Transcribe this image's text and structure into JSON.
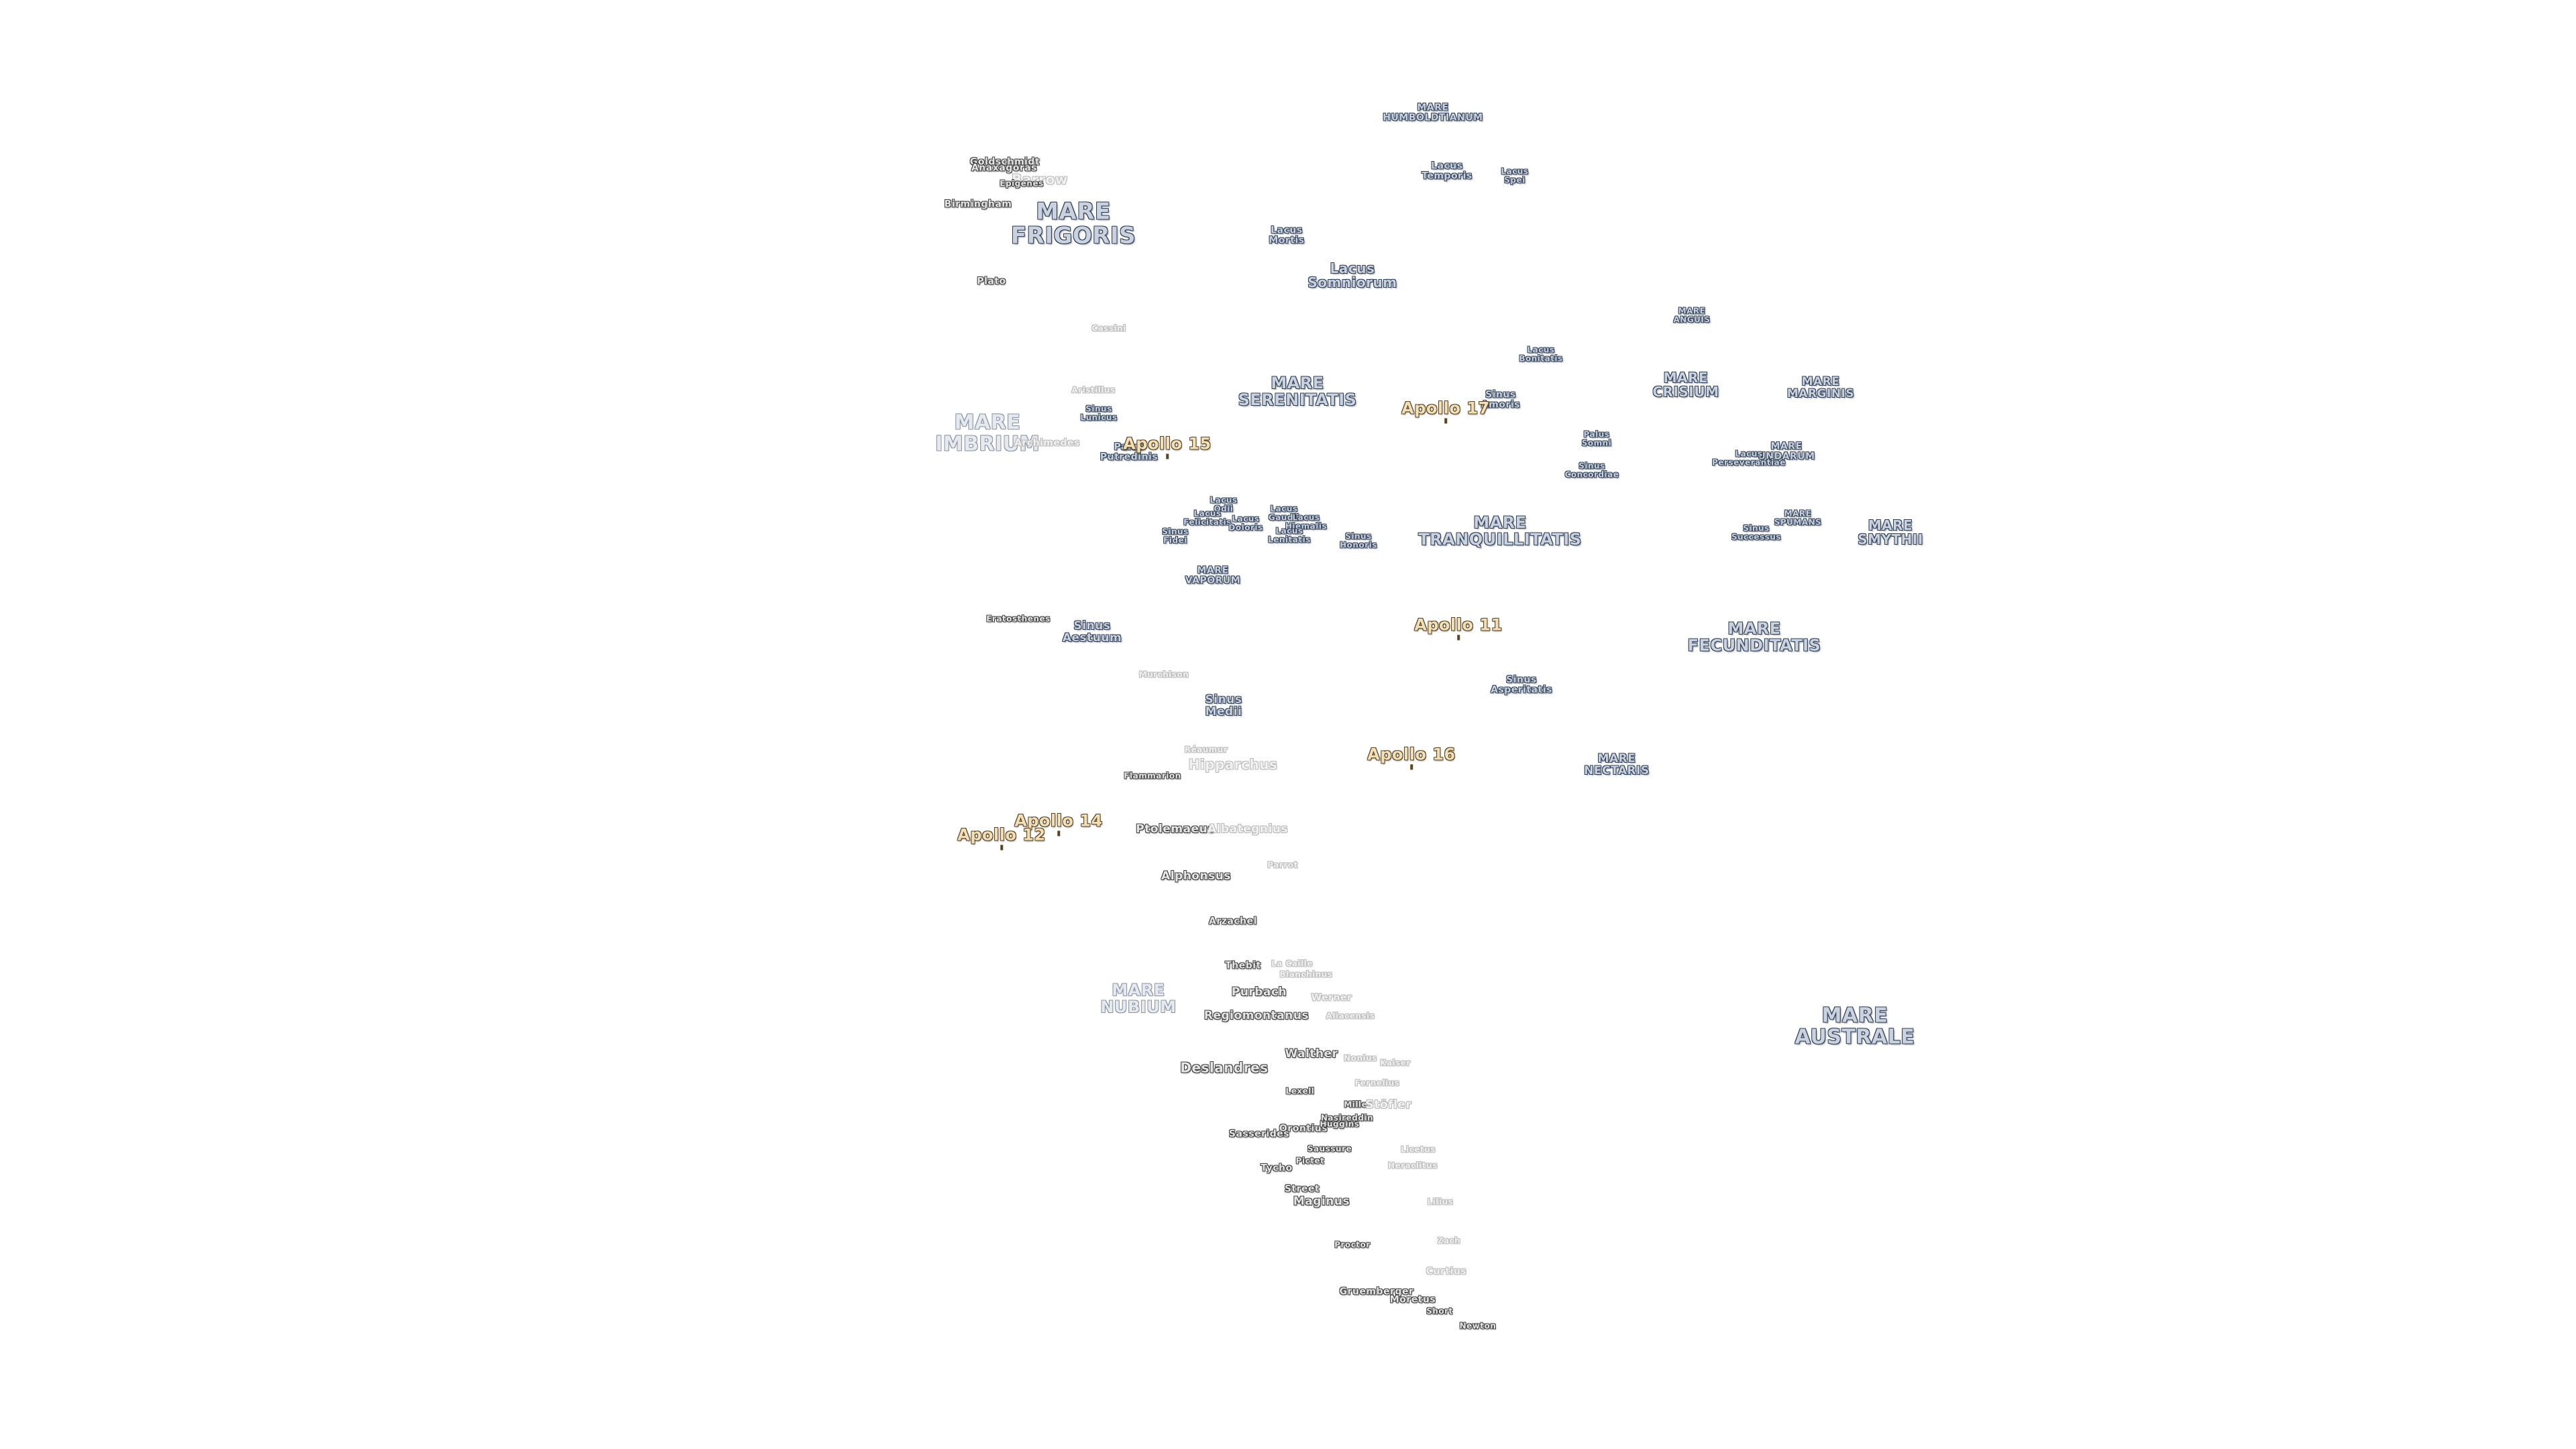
{
  "map": {
    "labels": [
      {
        "id": "mare-humboldtianum",
        "text": "MARE\nHUMBOLDTIANUM",
        "kind": "mare"
      },
      {
        "id": "lacus-temporis",
        "text": "Lacus\nTemporis",
        "kind": "mare"
      },
      {
        "id": "lacus-spei",
        "text": "Lacus\nSpei",
        "kind": "mare"
      },
      {
        "id": "goldschmidt",
        "text": "Goldschmidt",
        "kind": "crater"
      },
      {
        "id": "anaxagoras",
        "text": "Anaxagoras",
        "kind": "crater"
      },
      {
        "id": "barrow",
        "text": "Barrow",
        "kind": "crater-faint"
      },
      {
        "id": "epigenes",
        "text": "Epigenes",
        "kind": "crater"
      },
      {
        "id": "birmingham",
        "text": "Birmingham",
        "kind": "crater"
      },
      {
        "id": "mare-frigoris",
        "text": "MARE\nFRIGORIS",
        "kind": "mare"
      },
      {
        "id": "lacus-mortis",
        "text": "Lacus\nMortis",
        "kind": "mare"
      },
      {
        "id": "lacus-somniorum",
        "text": "Lacus\nSomniorum",
        "kind": "mare"
      },
      {
        "id": "plato",
        "text": "Plato",
        "kind": "crater"
      },
      {
        "id": "cassini",
        "text": "Cassini",
        "kind": "crater-faint"
      },
      {
        "id": "mare-anguis",
        "text": "MARE\nANGUIS",
        "kind": "mare"
      },
      {
        "id": "lacus-bonitatis",
        "text": "Lacus\nBonitatis",
        "kind": "mare"
      },
      {
        "id": "mare-crisium",
        "text": "MARE\nCRISIUM",
        "kind": "mare"
      },
      {
        "id": "mare-marginis",
        "text": "MARE\nMARGINIS",
        "kind": "mare"
      },
      {
        "id": "aristillus",
        "text": "Aristillus",
        "kind": "crater-faint"
      },
      {
        "id": "mare-serenitatis",
        "text": "MARE\nSERENITATIS",
        "kind": "mare"
      },
      {
        "id": "sinus-amoris",
        "text": "Sinus\nAmoris",
        "kind": "mare"
      },
      {
        "id": "sinus-lunicus",
        "text": "Sinus\nLunicus",
        "kind": "mare"
      },
      {
        "id": "mare-imbrium",
        "text": "MARE\nIMBRIUM",
        "kind": "mare-faint"
      },
      {
        "id": "archimedes",
        "text": "Archimedes",
        "kind": "crater-faint"
      },
      {
        "id": "palus-putredinis",
        "text": "Palus\nPutredinis",
        "kind": "mare"
      },
      {
        "id": "palus-somni",
        "text": "Palus\nSomni",
        "kind": "mare"
      },
      {
        "id": "mare-undarum",
        "text": "MARE\nUNDARUM",
        "kind": "mare"
      },
      {
        "id": "lacus-perseverantiae",
        "text": "Lacus\nPerseverantiae",
        "kind": "mare"
      },
      {
        "id": "sinus-concordiae",
        "text": "Sinus\nConcordiae",
        "kind": "mare"
      },
      {
        "id": "lacus-odii",
        "text": "Lacus\nOdii",
        "kind": "mare"
      },
      {
        "id": "lacus-felicitatis",
        "text": "Lacus\nFelicitatis",
        "kind": "mare"
      },
      {
        "id": "lacus-doloris",
        "text": "Lacus\nDoloris",
        "kind": "mare"
      },
      {
        "id": "lacus-gaudii",
        "text": "Lacus\nGaudii",
        "kind": "mare"
      },
      {
        "id": "lacus-hiemalis",
        "text": "Lacus\nHiemalis",
        "kind": "mare"
      },
      {
        "id": "lacus-lenitatis",
        "text": "Lacus\nLenitatis",
        "kind": "mare"
      },
      {
        "id": "sinus-fidei",
        "text": "Sinus\nFidei",
        "kind": "mare"
      },
      {
        "id": "sinus-honoris",
        "text": "Sinus\nHonoris",
        "kind": "mare"
      },
      {
        "id": "mare-tranquillitatis",
        "text": "MARE\nTRANQUILLITATIS",
        "kind": "mare"
      },
      {
        "id": "mare-spumans",
        "text": "MARE\nSPUMANS",
        "kind": "mare"
      },
      {
        "id": "sinus-successus",
        "text": "Sinus\nSuccessus",
        "kind": "mare"
      },
      {
        "id": "mare-smythii",
        "text": "MARE\nSMYTHII",
        "kind": "mare"
      },
      {
        "id": "mare-vaporum",
        "text": "MARE\nVAPORUM",
        "kind": "mare"
      },
      {
        "id": "eratosthenes",
        "text": "Eratosthenes",
        "kind": "crater"
      },
      {
        "id": "sinus-aestuum",
        "text": "Sinus\nAestuum",
        "kind": "mare"
      },
      {
        "id": "mare-fecunditatis",
        "text": "MARE\nFECUNDITATIS",
        "kind": "mare"
      },
      {
        "id": "murchison",
        "text": "Murchison",
        "kind": "crater-faint"
      },
      {
        "id": "sinus-asperitatis",
        "text": "Sinus\nAsperitatis",
        "kind": "mare"
      },
      {
        "id": "sinus-medii",
        "text": "Sinus\nMedii",
        "kind": "mare"
      },
      {
        "id": "reaumur",
        "text": "Réaumur",
        "kind": "crater-faint"
      },
      {
        "id": "hipparchus",
        "text": "Hipparchus",
        "kind": "crater-faint"
      },
      {
        "id": "flammarion",
        "text": "Flammarion",
        "kind": "crater"
      },
      {
        "id": "mare-nectaris",
        "text": "MARE\nNECTARIS",
        "kind": "mare"
      },
      {
        "id": "ptolemaeus",
        "text": "Ptolemaeus",
        "kind": "crater"
      },
      {
        "id": "albategnius",
        "text": "Albategnius",
        "kind": "crater-faint"
      },
      {
        "id": "alphonsus",
        "text": "Alphonsus",
        "kind": "crater"
      },
      {
        "id": "parrot",
        "text": "Parrot",
        "kind": "crater-faint"
      },
      {
        "id": "arzachel",
        "text": "Arzachel",
        "kind": "crater"
      },
      {
        "id": "thebit",
        "text": "Thebit",
        "kind": "crater"
      },
      {
        "id": "la-caille",
        "text": "La Caille",
        "kind": "crater-faint"
      },
      {
        "id": "blanchinus",
        "text": "Blanchinus",
        "kind": "crater-faint"
      },
      {
        "id": "purbach",
        "text": "Purbach",
        "kind": "crater"
      },
      {
        "id": "werner",
        "text": "Werner",
        "kind": "crater-faint"
      },
      {
        "id": "mare-nubium",
        "text": "MARE\nNUBIUM",
        "kind": "mare-faint"
      },
      {
        "id": "regiomontanus",
        "text": "Regiomontanus",
        "kind": "crater"
      },
      {
        "id": "aliacensis",
        "text": "Aliacensis",
        "kind": "crater-faint"
      },
      {
        "id": "mare-australe",
        "text": "MARE\nAUSTRALE",
        "kind": "mare"
      },
      {
        "id": "walther",
        "text": "Walther",
        "kind": "crater"
      },
      {
        "id": "nonius",
        "text": "Nonius",
        "kind": "crater-faint"
      },
      {
        "id": "kaiser",
        "text": "Kaiser",
        "kind": "crater-faint"
      },
      {
        "id": "deslandres",
        "text": "Deslandres",
        "kind": "crater"
      },
      {
        "id": "fernelius",
        "text": "Fernelius",
        "kind": "crater-faint"
      },
      {
        "id": "lexell",
        "text": "Lexell",
        "kind": "crater"
      },
      {
        "id": "miller",
        "text": "Miller",
        "kind": "crater"
      },
      {
        "id": "stofler",
        "text": "Stöfler",
        "kind": "crater-faint"
      },
      {
        "id": "orontius",
        "text": "Orontius",
        "kind": "crater"
      },
      {
        "id": "huggins",
        "text": "Huggins",
        "kind": "crater"
      },
      {
        "id": "nasireddin",
        "text": "Nasireddin",
        "kind": "crater"
      },
      {
        "id": "sasserides",
        "text": "Sasserides",
        "kind": "crater"
      },
      {
        "id": "saussure",
        "text": "Saussure",
        "kind": "crater"
      },
      {
        "id": "licetus",
        "text": "Licetus",
        "kind": "crater-faint"
      },
      {
        "id": "heraclitus",
        "text": "Heraclitus",
        "kind": "crater-faint"
      },
      {
        "id": "pictet",
        "text": "Pictet",
        "kind": "crater"
      },
      {
        "id": "tycho",
        "text": "Tycho",
        "kind": "crater"
      },
      {
        "id": "street",
        "text": "Street",
        "kind": "crater"
      },
      {
        "id": "maginus",
        "text": "Maginus",
        "kind": "crater"
      },
      {
        "id": "lilius",
        "text": "Lilius",
        "kind": "crater-faint"
      },
      {
        "id": "zach",
        "text": "Zach",
        "kind": "crater-faint"
      },
      {
        "id": "proctor",
        "text": "Proctor",
        "kind": "crater"
      },
      {
        "id": "curtius",
        "text": "Curtius",
        "kind": "crater-faint"
      },
      {
        "id": "gruemberger",
        "text": "Gruemberger",
        "kind": "crater"
      },
      {
        "id": "moretus",
        "text": "Moretus",
        "kind": "crater"
      },
      {
        "id": "short",
        "text": "Short",
        "kind": "crater"
      },
      {
        "id": "newton",
        "text": "Newton",
        "kind": "crater"
      }
    ],
    "apollo": [
      {
        "id": "apollo-15",
        "text": "Apollo 15"
      },
      {
        "id": "apollo-17",
        "text": "Apollo 17"
      },
      {
        "id": "apollo-11",
        "text": "Apollo 11"
      },
      {
        "id": "apollo-16",
        "text": "Apollo 16"
      },
      {
        "id": "apollo-14",
        "text": "Apollo 14"
      },
      {
        "id": "apollo-12",
        "text": "Apollo 12"
      }
    ]
  }
}
